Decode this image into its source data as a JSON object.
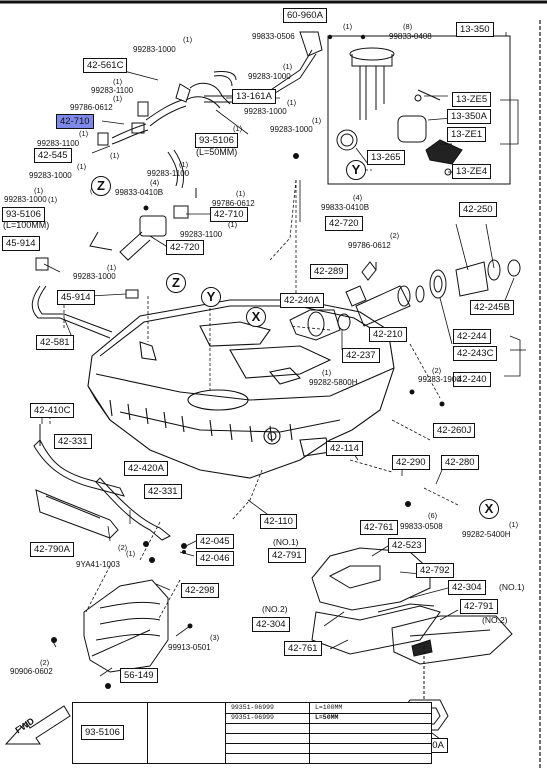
{
  "colors": {
    "line": "#111111",
    "highlight": "#7d89e8"
  },
  "callouts": {
    "p60960A": "60-960A",
    "p13350": "13-350",
    "p42561C": "42-561C",
    "p13161A": "13-161A",
    "p42710a": "42-710",
    "p93510650": "93-5106",
    "p42545": "42-545",
    "p13ZE5": "13-ZE5",
    "p13350A": "13-350A",
    "p13ZE1": "13-ZE1",
    "p13265": "13-265",
    "p13ZE4": "13-ZE4",
    "p9351061": "93-5106",
    "p42710b": "42-710",
    "p42720a": "42-720",
    "p42720b": "42-720",
    "p42250": "42-250",
    "p45914a": "45-914",
    "p45914b": "45-914",
    "p42289": "42-289",
    "p42240A": "42-240A",
    "p42245B": "42-245B",
    "p42581": "42-581",
    "p42210": "42-210",
    "p42244": "42-244",
    "p42243C": "42-243C",
    "p42237": "42-237",
    "p42240": "42-240",
    "p42410C": "42-410C",
    "p42331a": "42-331",
    "p42260J": "42-260J",
    "p42114": "42-114",
    "p42290": "42-290",
    "p42280": "42-280",
    "p42420A": "42-420A",
    "p42331b": "42-331",
    "p42110": "42-110",
    "p42761a": "42-761",
    "p42791a": "42-791",
    "p42523": "42-523",
    "p42045": "42-045",
    "p42046": "42-046",
    "p42790A": "42-790A",
    "p42792": "42-792",
    "p42304a": "42-304",
    "p42298": "42-298",
    "p42304b": "42-304",
    "p42791b": "42-791",
    "p42761b": "42-761",
    "p56149": "56-149",
    "p24240A": "24-240A",
    "p935106leg": "93-5106"
  },
  "small": {
    "s1": "99833-0506",
    "s2": "99283-1000",
    "s3": "99833-0408",
    "s4": "99283-1000",
    "s5": "99283-1100",
    "s6": "99786-0612",
    "s7": "99283-1000",
    "s8": "99283-1000",
    "s9": "99283-1100",
    "s10": "99283-1000",
    "s11": "99283-1100",
    "s12": "99833-0410B",
    "s13": "99786-0612",
    "s14": "99283-1000",
    "s15": "99283-1100",
    "s16": "99833-0410B",
    "s17": "99786-0612",
    "s18": "99283-1000",
    "s19": "99282-5800H",
    "s20": "99283-1900",
    "s21": "99833-0508",
    "s22": "99282-5400H",
    "s23": "9YA41-1003",
    "s24": "99913-0501",
    "s25": "90906-0602",
    "s26": "(L=50MM)",
    "s27": "(L=100MM)",
    "s28": "(NO.1)",
    "s29": "(NO.1)",
    "s30": "(NO.2)",
    "s31": "(NO.2)"
  },
  "counts": {
    "c1": "(1)",
    "c2": "(8)",
    "c3": "(1)",
    "c4": "(1)",
    "c5": "(1)",
    "c6": "(1)",
    "c7": "(1)",
    "c8": "(1)",
    "c9": "(1)",
    "c10": "(1)",
    "c11": "(1)",
    "c12": "(1)",
    "c13": "(1)",
    "c14": "(1)",
    "c15": "(1)",
    "c16": "(4)",
    "c17": "(4)",
    "c18": "(1)",
    "c19": "(1)",
    "c20": "(1)",
    "c21": "(2)",
    "c22": "(1)",
    "c23": "(1)",
    "c24": "(1)",
    "c25": "(2)",
    "c26": "(6)",
    "c27": "(1)",
    "c28": "(2)",
    "c29": "(3)",
    "c30": "(2)"
  },
  "markers": {
    "z1": "Z",
    "z2": "Z",
    "y1": "Y",
    "y2": "Y",
    "x1": "X",
    "x2": "X"
  },
  "legend": {
    "fwd": "FWD",
    "r1_code": "99351-06999",
    "r1_len": "L=100MM",
    "r2_code": "99351-06999",
    "r2_len": "L=50MM"
  }
}
